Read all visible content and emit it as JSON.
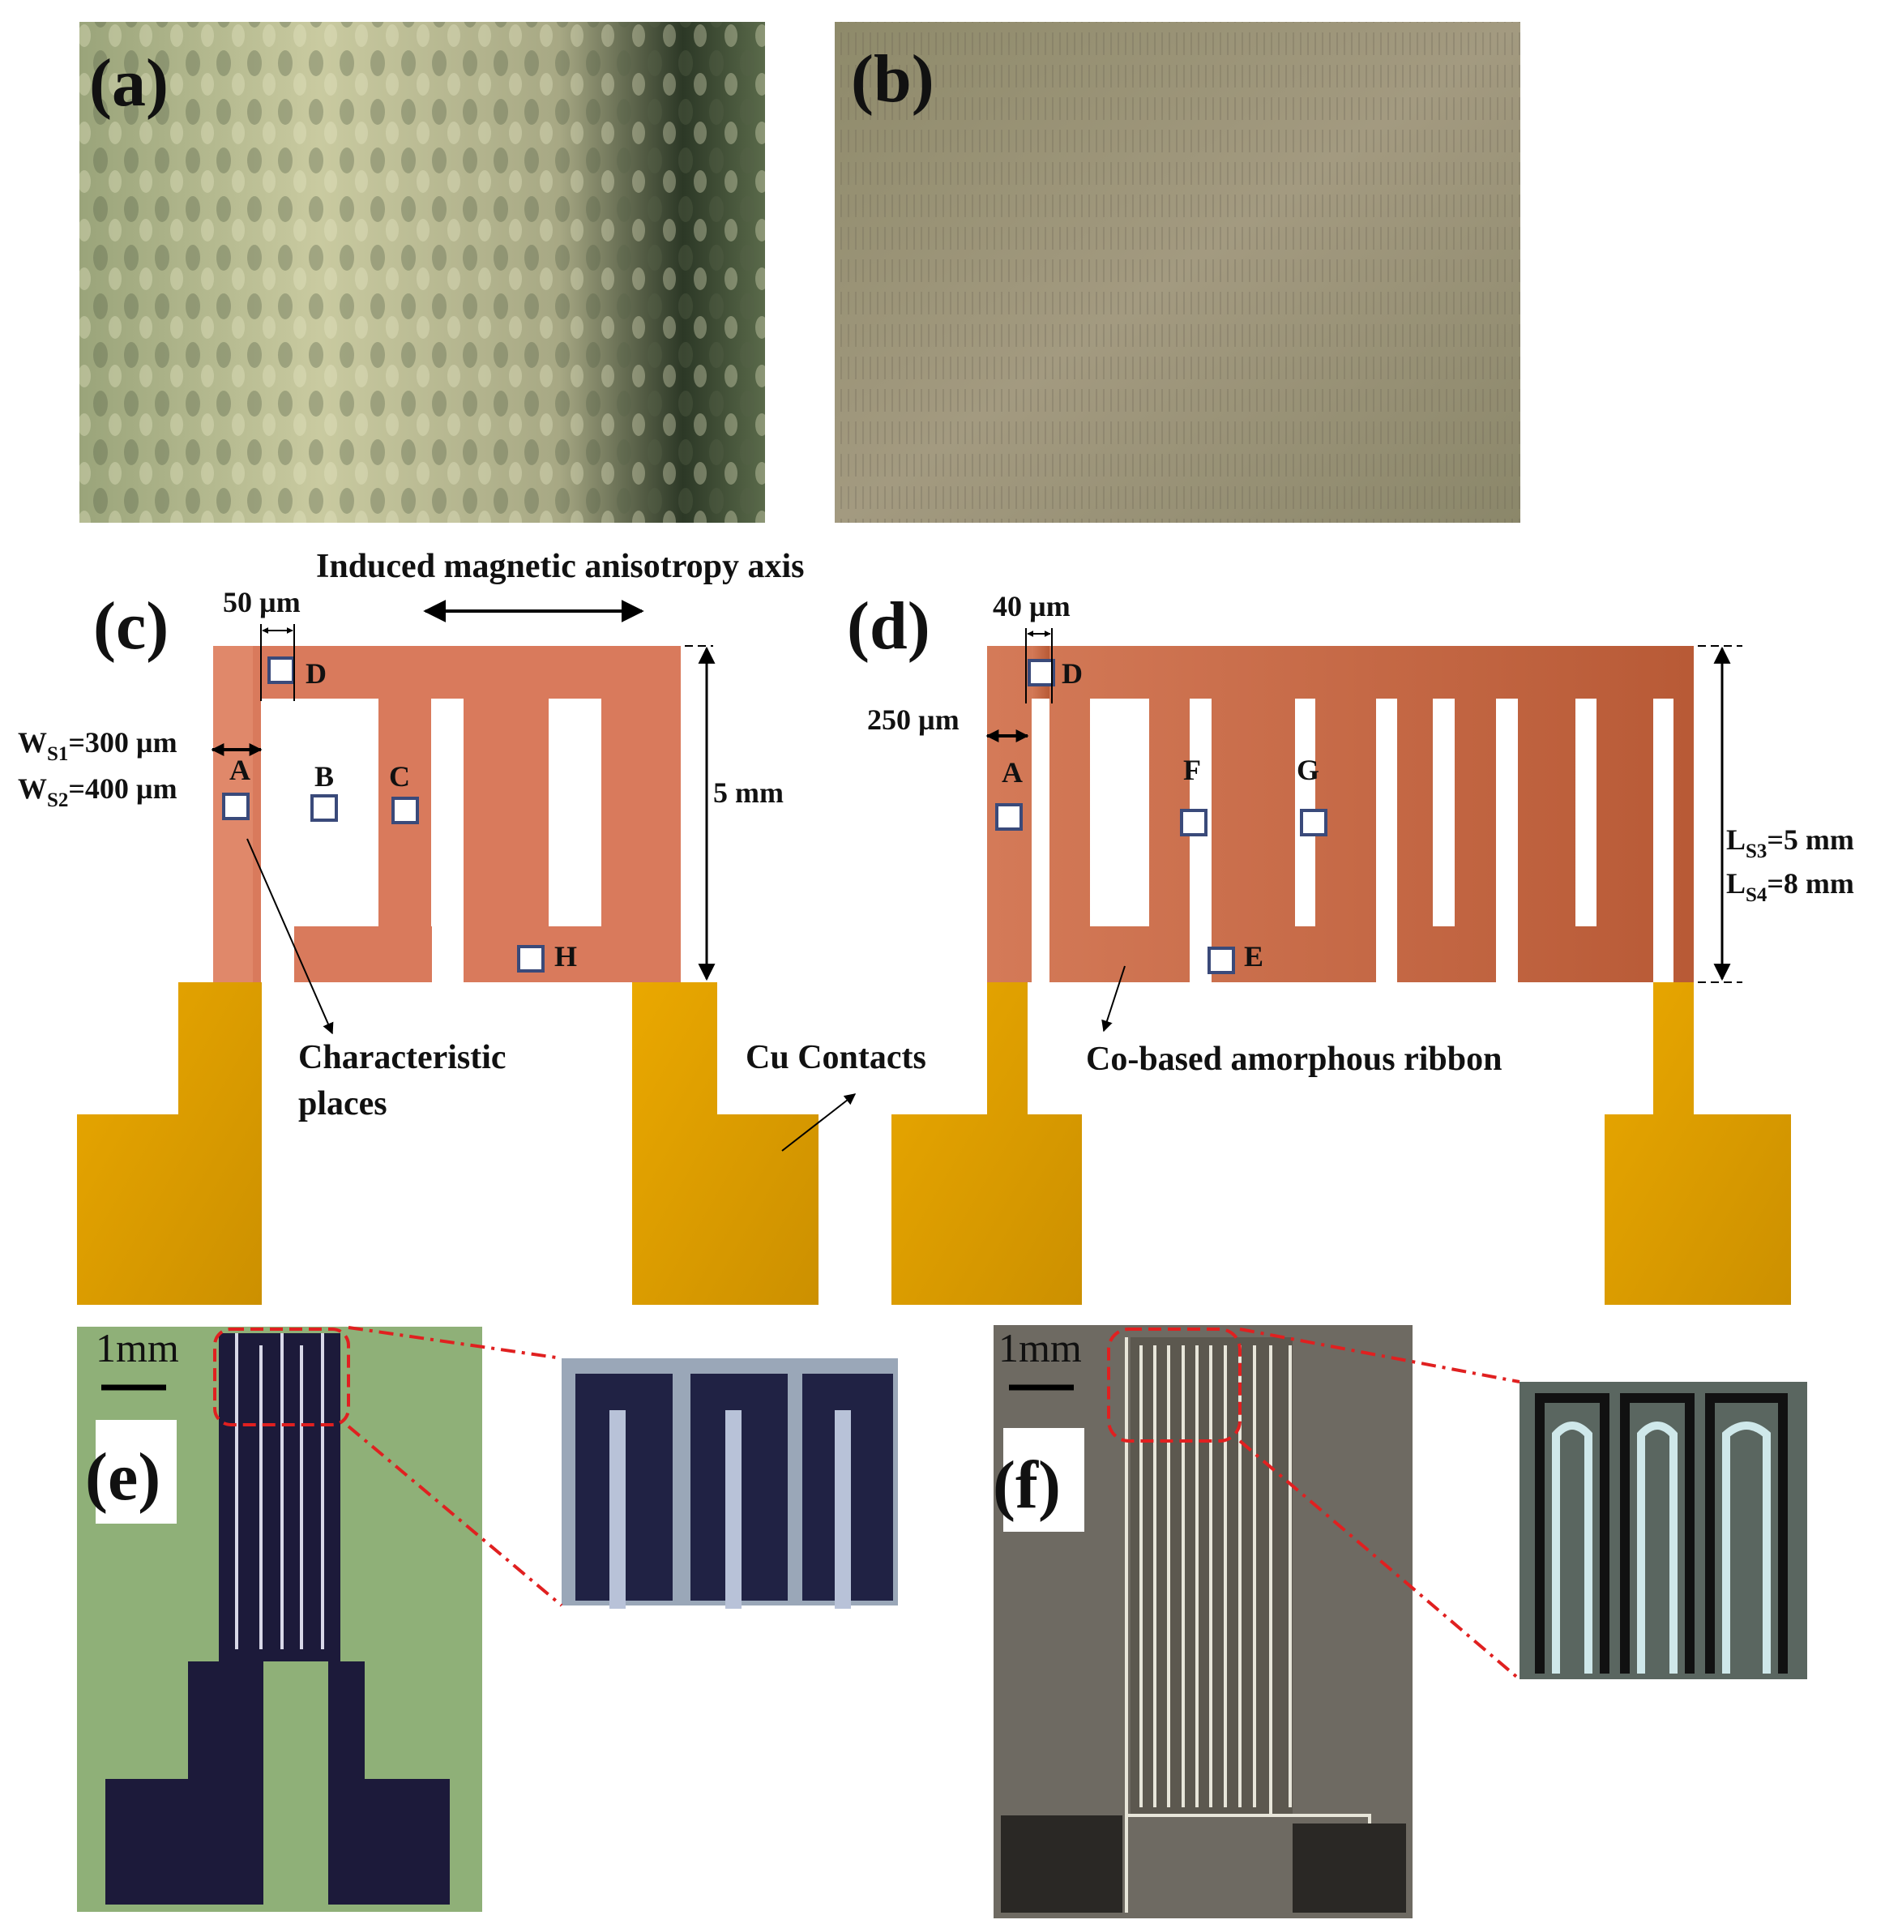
{
  "panels": {
    "a": "(a)",
    "b": "(b)",
    "c": "(c)",
    "d": "(d)",
    "e": "(e)",
    "f": "(f)"
  },
  "annotations": {
    "anisotropy_axis": "Induced magnetic anisotropy axis",
    "characteristic_places_line1": "Characteristic",
    "characteristic_places_line2": "places",
    "cu_contacts": "Cu Contacts",
    "ribbon": "Co-based amorphous ribbon"
  },
  "panel_c": {
    "gap_label": "50 µm",
    "w_s1_main": "W",
    "w_s1_sub": "S1",
    "w_s1_value": "=300 µm",
    "w_s2_main": "W",
    "w_s2_sub": "S2",
    "w_s2_value": "=400 µm",
    "length_label": "5 mm",
    "points": [
      "A",
      "B",
      "C",
      "D",
      "H"
    ]
  },
  "panel_d": {
    "gap_label": "40 µm",
    "width_label": "250 µm",
    "l_s3_main": "L",
    "l_s3_sub": "S3",
    "l_s3_value": "=5 mm",
    "l_s4_main": "L",
    "l_s4_sub": "S4",
    "l_s4_value": "=8 mm",
    "points": [
      "A",
      "D",
      "E",
      "F",
      "G"
    ]
  },
  "scale_bars": {
    "e": "1mm",
    "f": "1mm"
  },
  "colors": {
    "ribbon_c": "#d97a5c",
    "ribbon_d": "#c96a45",
    "contact": "#e0a000",
    "marker_border": "#3a4a7a",
    "inset_line": "#e02020"
  }
}
